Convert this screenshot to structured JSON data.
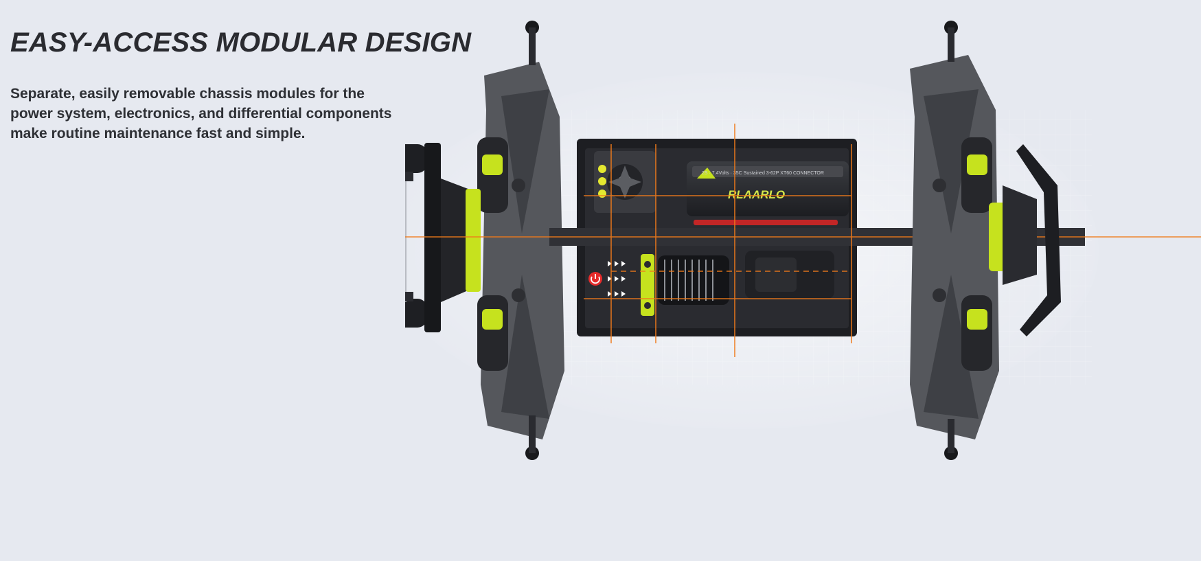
{
  "headline": "EASY-ACCESS MODULAR DESIGN",
  "description": "Separate, easily removable chassis modules for the power system, electronics, and differential components make routine maintenance fast and simple.",
  "product_image": {
    "battery_brand": "RLAARLO",
    "battery_spec": "2S · 7.4Volts · 35C Sustained 3-62P XT60 CONNECTOR",
    "icons": [
      "power-icon",
      "fan-icon",
      "chevron-arrows-icon"
    ]
  },
  "colors": {
    "background": "#e6e9f0",
    "heading": "#2a2b30",
    "chassis": "#1d1e22",
    "arm": "#55575c",
    "accent_lime": "#c6e21e",
    "grid_orange": "#f07a1a",
    "power_red": "#e52a2a"
  }
}
